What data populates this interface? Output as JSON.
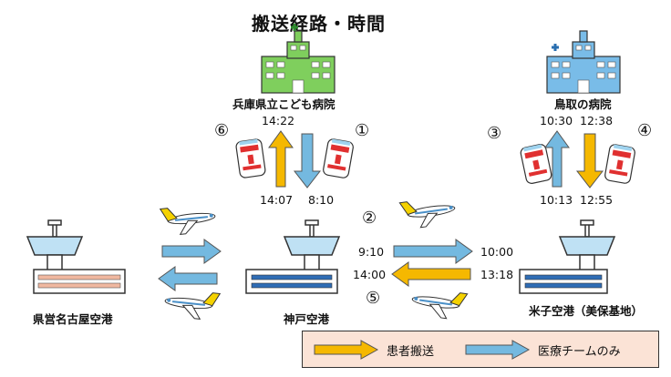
{
  "title": "搬送経路・時間",
  "places": {
    "hyogo_hospital": "兵庫県立こども病院",
    "tottori_hospital": "鳥取の病院",
    "nagoya_airport": "県営名古屋空港",
    "kobe_airport": "神戸空港",
    "yonago_airport": "米子空港（美保基地）"
  },
  "times": {
    "kobe_up_top": "14:22",
    "kobe_up_bottom": "14:07",
    "kobe_down_bottom": "8:10",
    "tottori_up_top": "10:30",
    "tottori_up_bottom": "10:13",
    "tottori_down_top": "12:38",
    "tottori_down_bottom": "12:55",
    "kobe_to_yonago_left": "9:10",
    "kobe_to_yonago_right": "10:00",
    "yonago_to_kobe_left": "14:00",
    "yonago_to_kobe_right": "13:18"
  },
  "steps": {
    "s1": "①",
    "s2": "②",
    "s3": "③",
    "s4": "④",
    "s5": "⑤",
    "s6": "⑥"
  },
  "legend": {
    "patient": "患者搬送",
    "team_only": "医療チームのみ"
  },
  "colors": {
    "patient_arrow": "#f5b800",
    "team_arrow": "#74b9e0",
    "legend_bg": "#fbe3d6",
    "hospital_green": "#7fcf5d",
    "hospital_blue": "#79bce8"
  }
}
